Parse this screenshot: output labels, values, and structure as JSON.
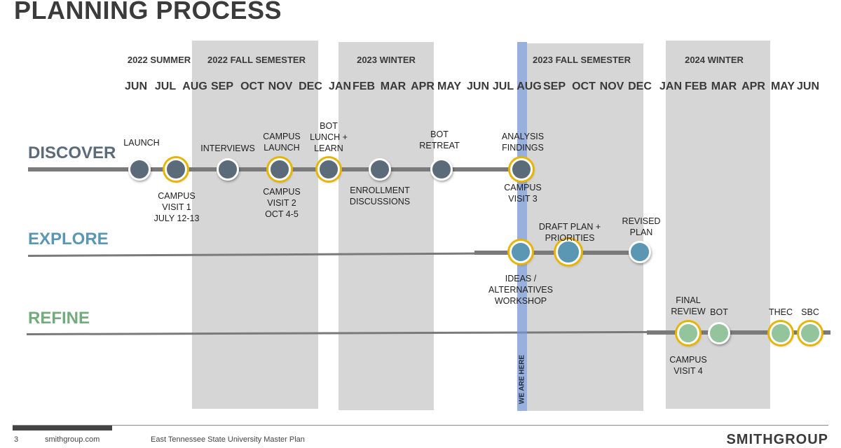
{
  "title": "PLANNING PROCESS",
  "seasons": [
    {
      "label": "2022 SUMMER"
    },
    {
      "label": "2022 FALL SEMESTER"
    },
    {
      "label": "2023 WINTER"
    },
    {
      "label": "2023 FALL SEMESTER"
    },
    {
      "label": "2024 WINTER"
    }
  ],
  "months": [
    "JUN",
    "JUL",
    "AUG",
    "SEP",
    "OCT",
    "NOV",
    "DEC",
    "JAN",
    "FEB",
    "MAR",
    "APR",
    "MAY",
    "JUN",
    "JUL",
    "AUG",
    "SEP",
    "OCT",
    "NOV",
    "DEC",
    "JAN",
    "FEB",
    "MAR",
    "APR",
    "MAY",
    "JUN"
  ],
  "phases": [
    {
      "name": "DISCOVER",
      "color": "#5b6b79"
    },
    {
      "name": "EXPLORE",
      "color": "#5b97b3"
    },
    {
      "name": "REFINE",
      "color": "#72ab7c"
    }
  ],
  "milestones": {
    "discover": [
      {
        "above": "LAUNCH",
        "below": "",
        "campus_visit": false
      },
      {
        "above": "",
        "below": "CAMPUS\nVISIT 1\nJULY 12-13",
        "campus_visit": true
      },
      {
        "above": "INTERVIEWS",
        "below": "",
        "campus_visit": false
      },
      {
        "above": "CAMPUS\nLAUNCH",
        "below": "CAMPUS\nVISIT 2\nOCT 4-5",
        "campus_visit": true
      },
      {
        "above": "BOT\nLUNCH +\nLEARN",
        "below": "",
        "campus_visit": true
      },
      {
        "above": "",
        "below": "ENROLLMENT\nDISCUSSIONS",
        "campus_visit": false
      },
      {
        "above": "BOT\nRETREAT",
        "below": "",
        "campus_visit": false
      },
      {
        "above": "ANALYSIS\nFINDINGS",
        "below": "CAMPUS\nVISIT 3",
        "campus_visit": true
      }
    ],
    "explore": [
      {
        "above": "",
        "below": "IDEAS /\nALTERNATIVES\nWORKSHOP",
        "campus_visit": true
      },
      {
        "above": "DRAFT PLAN +\nPRIORITIES",
        "below": "",
        "campus_visit": true
      },
      {
        "above": "REVISED\nPLAN",
        "below": "",
        "campus_visit": false
      }
    ],
    "refine": [
      {
        "above": "FINAL\nREVIEW",
        "below": "CAMPUS\nVISIT 4",
        "campus_visit": true
      },
      {
        "above": "BOT",
        "below": "",
        "campus_visit": false
      },
      {
        "above": "THEC",
        "below": "",
        "campus_visit": true
      },
      {
        "above": "SBC",
        "below": "",
        "campus_visit": true
      }
    ]
  },
  "current_marker": "WE ARE HERE",
  "colors": {
    "highlight_ring": "#e8b400",
    "discover_node": "#5b6b79",
    "explore_node": "#5b97b3",
    "refine_node": "#93c49c",
    "current_band": "#7696d2"
  },
  "footer": {
    "page": "3",
    "website": "smithgroup.com",
    "project": "East Tennessee State University Master Plan",
    "brand": "SMITHGROUP"
  }
}
